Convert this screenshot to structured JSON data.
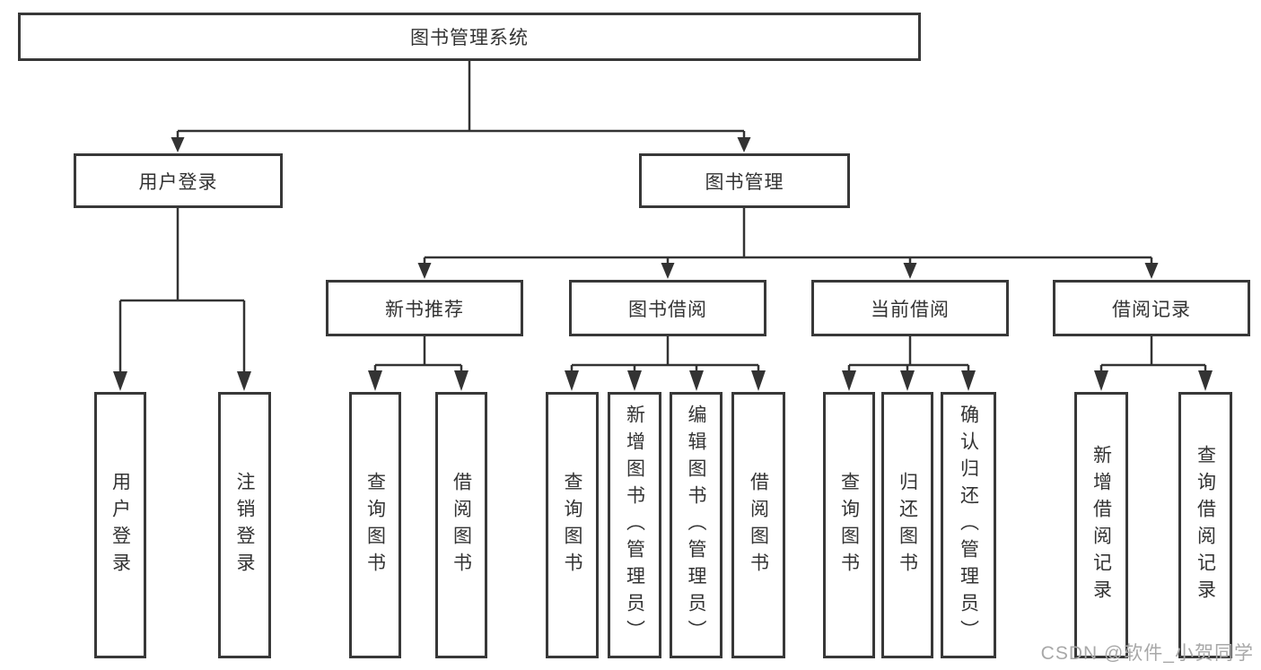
{
  "colors": {
    "line": "#333333",
    "box_border": "#383838",
    "text": "#333333",
    "watermark": "#a8a8a8"
  },
  "tree": {
    "root": {
      "label": "图书管理系统",
      "children": [
        {
          "label": "用户登录",
          "children": [
            {
              "label": "用户登录"
            },
            {
              "label": "注销登录"
            }
          ]
        },
        {
          "label": "图书管理",
          "children": [
            {
              "label": "新书推荐",
              "children": [
                {
                  "label": "查询图书"
                },
                {
                  "label": "借阅图书"
                }
              ]
            },
            {
              "label": "图书借阅",
              "children": [
                {
                  "label": "查询图书"
                },
                {
                  "label": "新增图书（管理员）"
                },
                {
                  "label": "编辑图书（管理员）"
                },
                {
                  "label": "借阅图书"
                }
              ]
            },
            {
              "label": "当前借阅",
              "children": [
                {
                  "label": "查询图书"
                },
                {
                  "label": "归还图书"
                },
                {
                  "label": "确认归还（管理员）"
                }
              ]
            },
            {
              "label": "借阅记录",
              "children": [
                {
                  "label": "新增借阅记录"
                },
                {
                  "label": "查询借阅记录"
                }
              ]
            }
          ]
        }
      ]
    }
  },
  "watermark": {
    "text": "CSDN @软件_小贺同学"
  }
}
